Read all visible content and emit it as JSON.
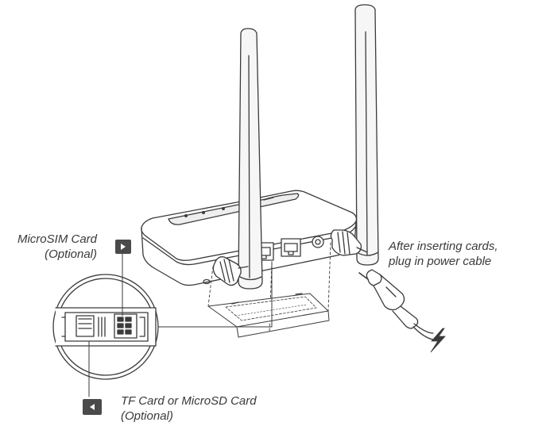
{
  "labels": {
    "microsim_card": "MicroSIM Card",
    "microsim_optional": "(Optional)",
    "tf_card": "TF Card or MicroSD Card",
    "tf_optional": "(Optional)",
    "after_inserting_line1": "After inserting cards,",
    "after_inserting_line2": "plug in power cable"
  },
  "icons": {
    "sim_badge": "play-triangle-icon",
    "tf_badge": "back-triangle-icon",
    "power": "lightning-bolt-icon"
  },
  "colors": {
    "line": "#3a3a3a",
    "badge": "#4a4a4a",
    "antenna_fill": "#f4f4f4"
  }
}
